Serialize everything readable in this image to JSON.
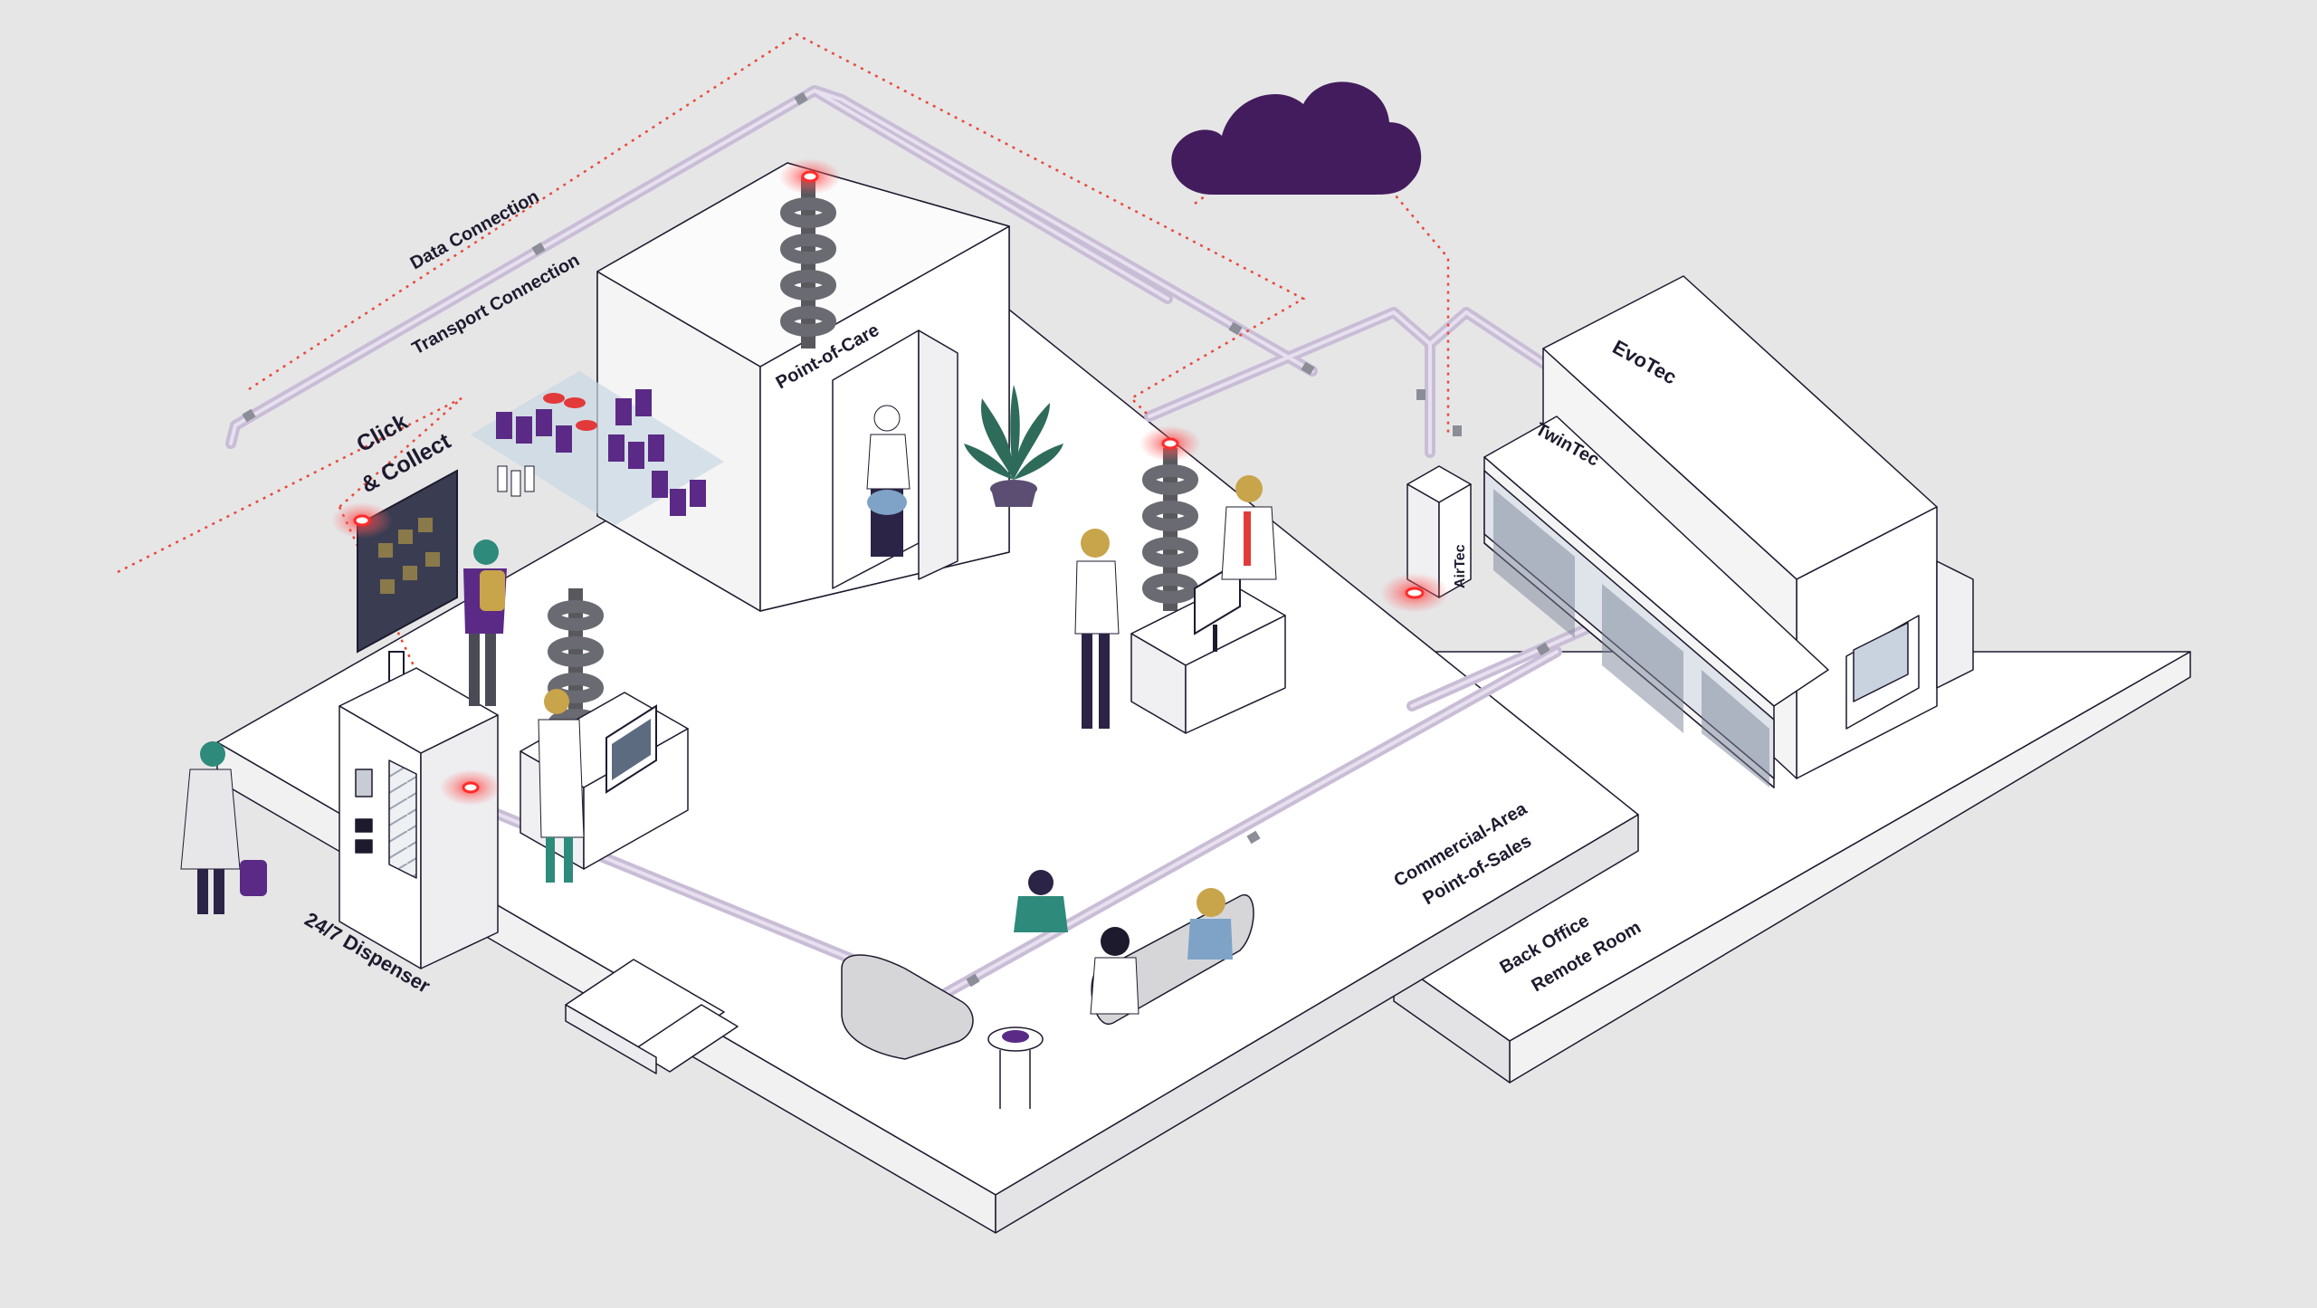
{
  "labels": {
    "data_connection": "Data Connection",
    "transport_connection": "Transport Connection",
    "click_collect_line1": "Click",
    "click_collect_line2": "& Collect",
    "point_of_care": "Point-of-Care",
    "evotec": "EvoTec",
    "twintec": "TwinTec",
    "airtec": "AirTec",
    "commercial_line1": "Commercial-Area",
    "commercial_line2": "Point-of-Sales",
    "backoffice_line1": "Back Office",
    "backoffice_line2": "Remote Room",
    "dispenser": "24/7 Dispenser"
  },
  "colors": {
    "background": "#e6e6e7",
    "floor": "#ffffff",
    "edge": "#1e1a2e",
    "cloud": "#431c5d",
    "tube": "#c9bdd6",
    "data_line": "#e8493a",
    "hotspot": "#ff2b2b",
    "purple": "#5a2a86"
  },
  "icons": [
    "cloud-icon",
    "spiral-chute-icon",
    "plant-icon",
    "monitor-icon",
    "sofa-icon",
    "touchscreen-icon"
  ]
}
